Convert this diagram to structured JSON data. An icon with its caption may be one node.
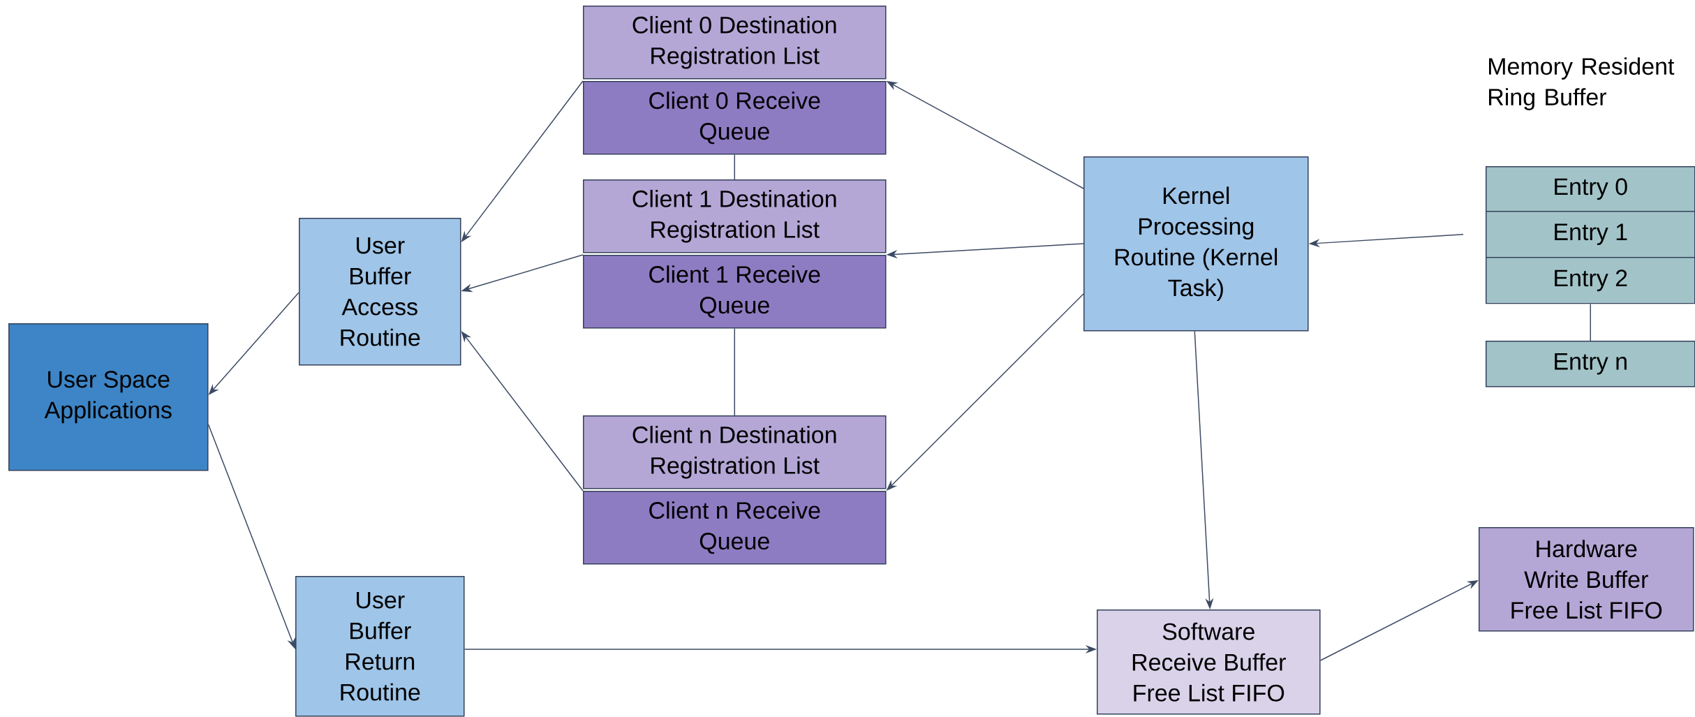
{
  "diagram": {
    "nodes": [
      {
        "text": [
          "User Space Applications"
        ]
      },
      {
        "text": [
          "User Buffer Access Routine"
        ]
      },
      {
        "text": [
          "User Buffer Return Routine"
        ]
      },
      {
        "text": [
          "Client 0 Destination Registration List"
        ]
      },
      {
        "text": [
          "Client 0 Receive Queue"
        ]
      },
      {
        "text": [
          "Client 1 Destination Registration List"
        ]
      },
      {
        "text": [
          "Client 1 Receive Queue"
        ]
      },
      {
        "text": [
          "Client n Destination Registration List"
        ]
      },
      {
        "text": [
          "Client n Receive Queue"
        ]
      },
      {
        "text": [
          "Kernel Processing Routine (Kernel Task)"
        ]
      },
      {
        "text": [
          "Entry 0"
        ]
      },
      {
        "text": [
          "Entry 1"
        ]
      },
      {
        "text": [
          "Entry 2"
        ]
      },
      {
        "text": [
          "Entry n"
        ]
      },
      {
        "text": [
          "Software Receive Buffer Free List FIFO"
        ]
      },
      {
        "text": [
          "Hardware Write Buffer Free List FIFO"
        ]
      }
    ],
    "edges": [
      {
        "from": 4,
        "to": 1,
        "arrow": "to"
      },
      {
        "from": 6,
        "to": 1,
        "arrow": "to"
      },
      {
        "from": 8,
        "to": 1,
        "arrow": "to"
      },
      {
        "from": 1,
        "to": 0,
        "arrow": "to"
      },
      {
        "from": 0,
        "to": 2,
        "arrow": "to"
      },
      {
        "from": 2,
        "to": 14,
        "arrow": "to"
      },
      {
        "from": 9,
        "to": 4,
        "arrow": "to"
      },
      {
        "from": 9,
        "to": 6,
        "arrow": "to"
      },
      {
        "from": 9,
        "to": 8,
        "arrow": "to"
      },
      {
        "from": 11,
        "to": 9,
        "arrow": "to"
      },
      {
        "from": 9,
        "to": 14,
        "arrow": "to"
      },
      {
        "from": 14,
        "to": 15,
        "arrow": "to"
      },
      {
        "from": 4,
        "to": 5,
        "arrow": "none"
      },
      {
        "from": 6,
        "to": 7,
        "arrow": "none"
      },
      {
        "from": 12,
        "to": 13,
        "arrow": "none"
      }
    ],
    "labels": [
      "Memory Resident Ring Buffer"
    ]
  }
}
